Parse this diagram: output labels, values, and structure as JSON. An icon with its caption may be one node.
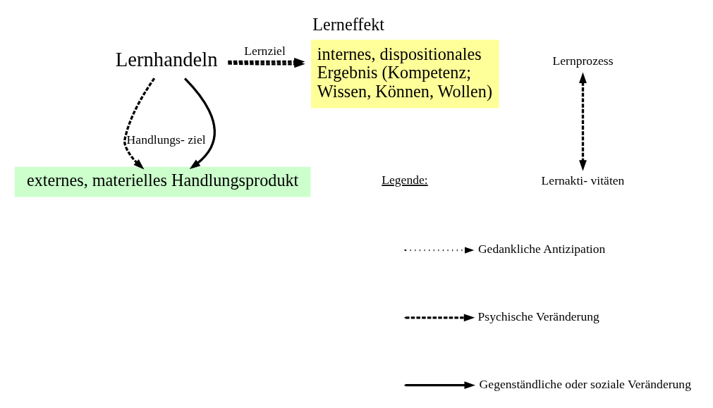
{
  "diagram": {
    "nodes": [
      {
        "text": [
          "Lernhandeln"
        ]
      },
      {
        "text": [
          "Lerneffekt",
          "internes, dispositionales Ergebnis (Kompetenz; Wissen, Können, Wollen)"
        ]
      },
      {
        "text": [
          "externes, materielles Handlungsprodukt"
        ]
      },
      {
        "text": [
          "Lernprozess"
        ]
      },
      {
        "text": [
          "Lernakti- vitäten"
        ]
      }
    ],
    "edges": [
      {
        "from": 0,
        "to": 1,
        "arrow": "to",
        "label": "Lernziel",
        "style": "dashed"
      },
      {
        "from": 0,
        "to": 1,
        "arrow": "to",
        "style": "dashed"
      },
      {
        "from": 0,
        "to": 2,
        "arrow": "to",
        "label": "Handlungs- ziel",
        "style": "dashed"
      },
      {
        "from": 0,
        "to": 2,
        "arrow": "to"
      },
      {
        "from": 3,
        "to": 4,
        "arrow": "both",
        "style": "dashed"
      }
    ],
    "labels": [
      "Legende:"
    ],
    "legend": [
      {
        "text": "Gedankliche Antizipation"
      },
      {
        "text": "Psychische Veränderung"
      },
      {
        "text": "Gegenständliche oder soziale Veränderung"
      }
    ]
  }
}
